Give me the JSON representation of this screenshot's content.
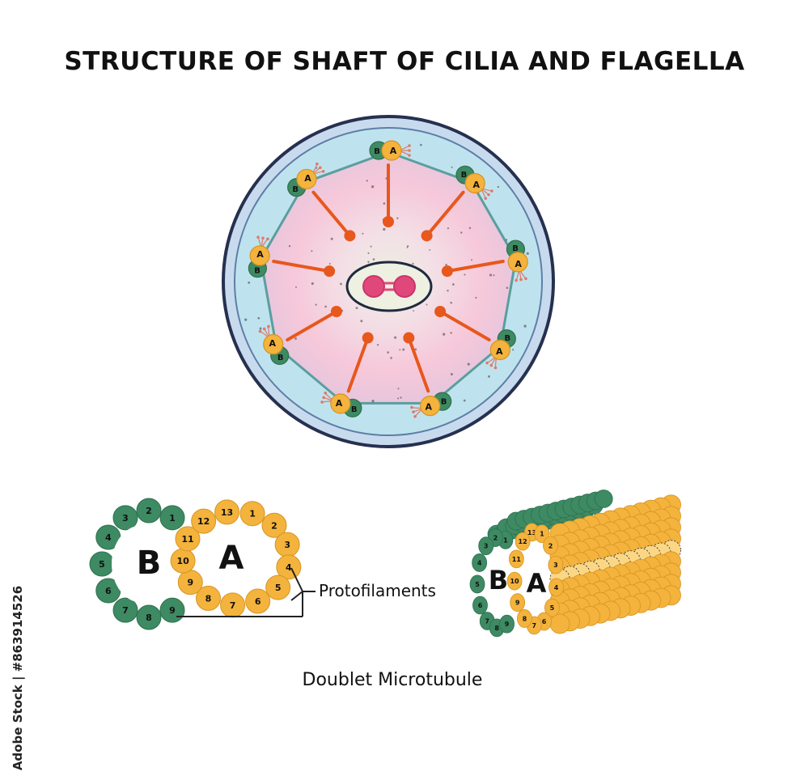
{
  "title": "STRUCTURE OF SHAFT OF CILIA AND FLAGELLA",
  "watermark": "Adobe Stock | #863914526",
  "cross_section": {
    "a_label": "A",
    "b_label": "B"
  },
  "doublet_flat": {
    "b_label": "B",
    "a_label": "A",
    "b_numbers": [
      "1",
      "2",
      "3",
      "4",
      "5",
      "6",
      "7",
      "8",
      "9"
    ],
    "a_numbers": [
      "1",
      "2",
      "3",
      "4",
      "5",
      "6",
      "7",
      "8",
      "9",
      "10",
      "11",
      "12",
      "13"
    ]
  },
  "doublet_3d": {
    "b_label": "B",
    "a_label": "A",
    "b_numbers": [
      "1",
      "2",
      "3",
      "4",
      "5",
      "6",
      "7",
      "8",
      "9"
    ],
    "a_numbers": [
      "1",
      "2",
      "3",
      "4",
      "5",
      "6",
      "7",
      "8",
      "9",
      "10",
      "11",
      "12",
      "13"
    ]
  },
  "protofilaments_label": "Protofilaments",
  "caption": "Doublet Microtubule",
  "colors": {
    "a_tubule": "#f4b33c",
    "b_tubule": "#3d8a63",
    "spoke": "#e8571c",
    "membrane": "#2a3558",
    "central_pair": "#e0487b",
    "sheath": "#5b9e9f"
  }
}
